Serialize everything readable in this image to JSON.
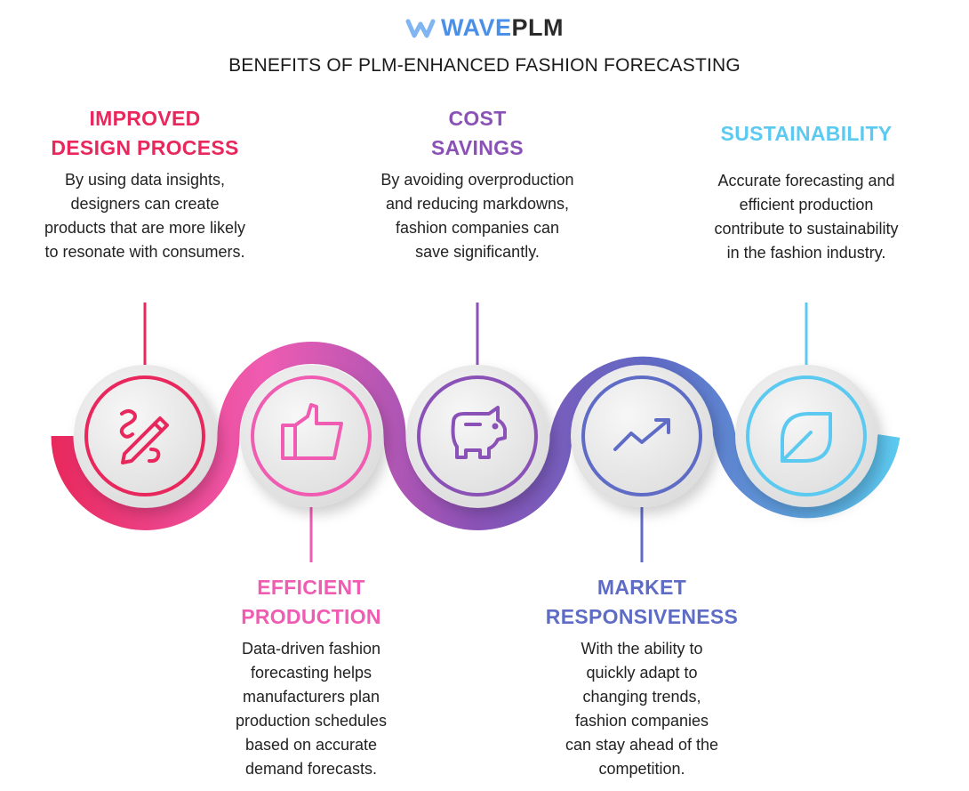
{
  "logo": {
    "wave": "WAVE",
    "plm": "PLM"
  },
  "title": "BENEFITS OF PLM-ENHANCED FASHION FORECASTING",
  "colors": {
    "red": "#e8285c",
    "pink": "#ef5cb2",
    "purple": "#8a52b6",
    "indigo": "#5f6cc6",
    "cyan": "#5ccaf0"
  },
  "steps": [
    {
      "title_1": "IMPROVED",
      "title_2": "DESIGN PROCESS",
      "text": "By using data insights, designers can create products that are more likely to resonate with consumers.",
      "icon": "pencil-squiggle-icon"
    },
    {
      "title_1": "EFFICIENT",
      "title_2": "PRODUCTION",
      "text": "Data-driven fashion forecasting helps manufacturers plan production schedules based on accurate demand forecasts.",
      "icon": "thumbs-up-icon"
    },
    {
      "title_1": "COST",
      "title_2": "SAVINGS",
      "text": "By avoiding overproduction and reducing markdowns, fashion companies can save significantly.",
      "icon": "piggy-bank-icon"
    },
    {
      "title_1": "MARKET",
      "title_2": "RESPONSIVENESS",
      "text": "With the ability to quickly adapt to changing trends, fashion companies can stay ahead of the competition.",
      "icon": "trend-up-icon"
    },
    {
      "title_1": "SUSTAINABILITY",
      "text": "Accurate forecasting and efficient production contribute to sustainability in the fashion industry.",
      "icon": "leaf-icon"
    }
  ]
}
